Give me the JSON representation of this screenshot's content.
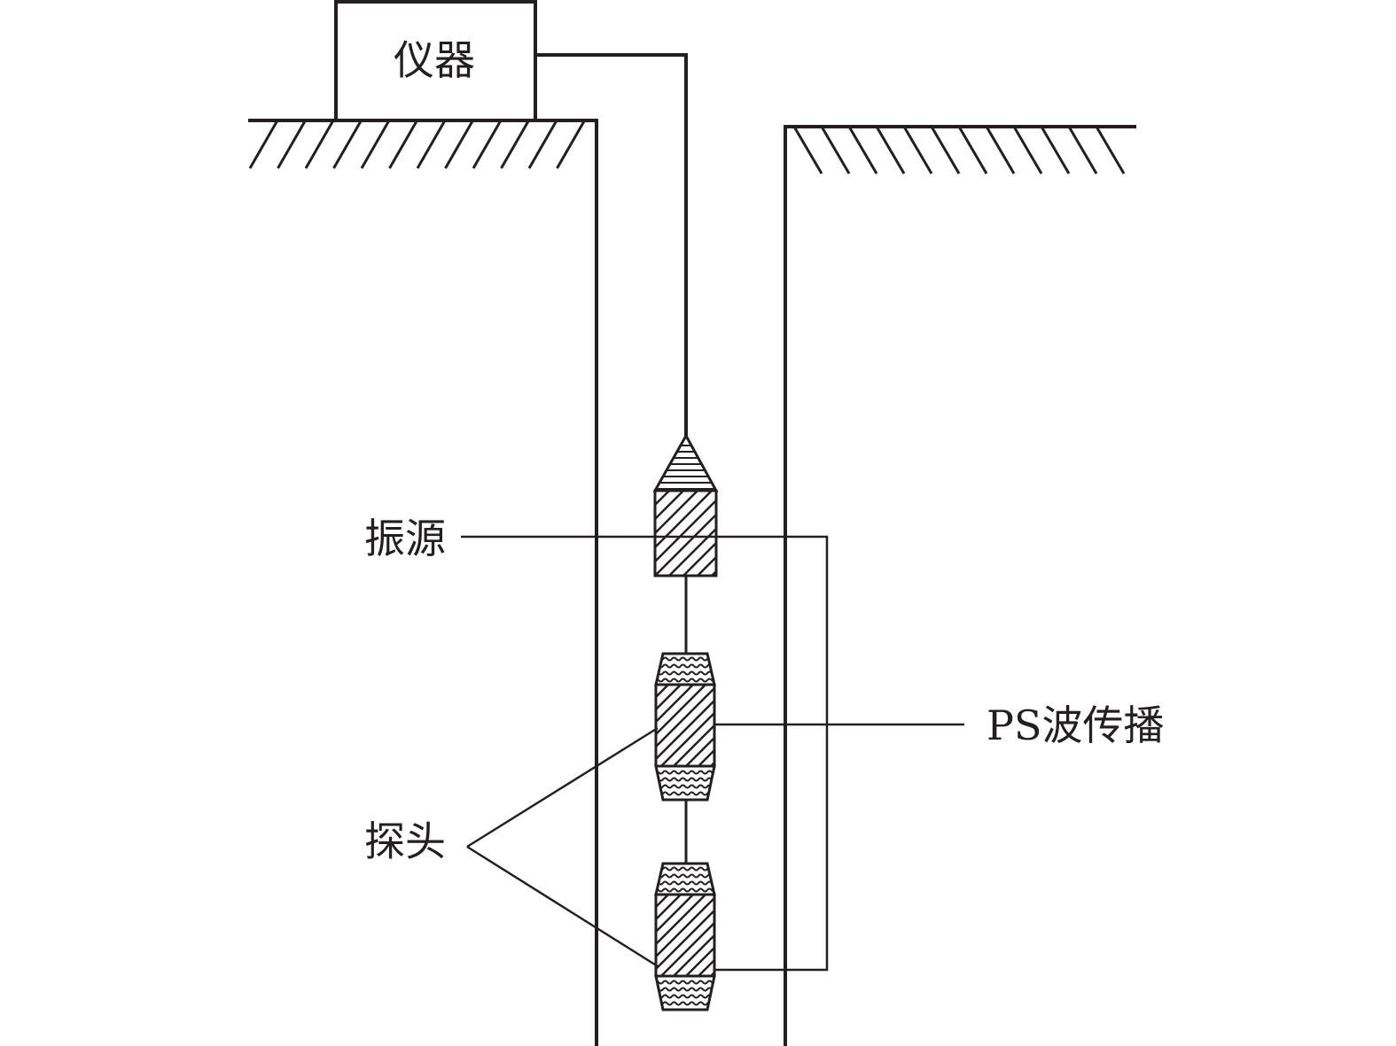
{
  "labels": {
    "instrument": "仪器",
    "vibration_source": "振源",
    "probe": "探头",
    "ps_wave": "PS波传播"
  },
  "colors": {
    "line": "#231f20",
    "background": "#ffffff"
  }
}
